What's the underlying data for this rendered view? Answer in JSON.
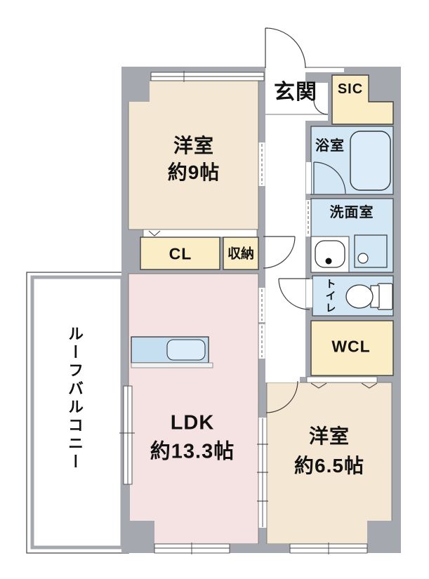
{
  "floorplan": {
    "rooms": {
      "entrance": {
        "label": "玄関"
      },
      "shoe_closet": {
        "label": "SIC"
      },
      "bathroom": {
        "label": "浴室"
      },
      "washroom": {
        "label": "洗面室"
      },
      "toilet": {
        "label": "トイレ"
      },
      "walk_in_closet": {
        "label": "WCL"
      },
      "bedroom_9": {
        "label": "洋室",
        "size": "約9帖"
      },
      "closet": {
        "label": "CL"
      },
      "storage": {
        "label": "収納"
      },
      "ldk": {
        "label": "LDK",
        "size": "約13.3帖"
      },
      "bedroom_6_5": {
        "label": "洋室",
        "size": "約6.5帖"
      },
      "roof_balcony": {
        "label": "ルーフバルコニー"
      }
    },
    "colors": {
      "wall": "#a5a9af",
      "bedroom_fill": "#f4e8d5",
      "ldk_fill": "#f5e3e3",
      "storage_fill": "#fbeec6",
      "water_fill": "#d3e7f4",
      "bathtub_fill": "#dcecf8",
      "kitchen_fill": "#c6dff0",
      "kitchen_sink_fill": "#dcedf9",
      "outline": "#3f3f3f"
    }
  }
}
